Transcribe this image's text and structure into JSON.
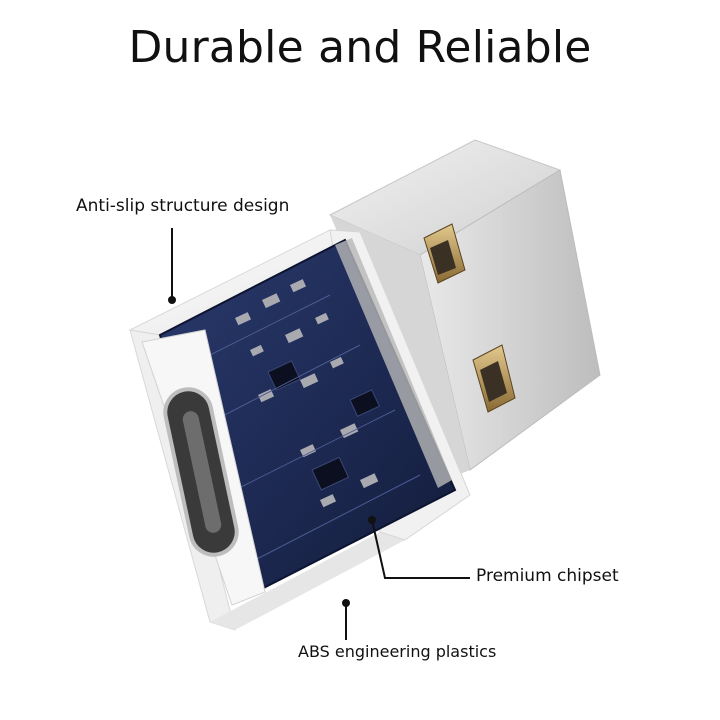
{
  "title": "Durable and Reliable",
  "callouts": [
    {
      "label": "Anti-slip structure design"
    },
    {
      "label": "Premium chipset"
    },
    {
      "label": "ABS engineering plastics"
    }
  ],
  "colors": {
    "background": "#ffffff",
    "usb_metal": "#dcdcdc",
    "shell_white": "#f4f4f4",
    "pcb_blue": "#1d2a55",
    "contact_gold": "#c9a96a"
  }
}
